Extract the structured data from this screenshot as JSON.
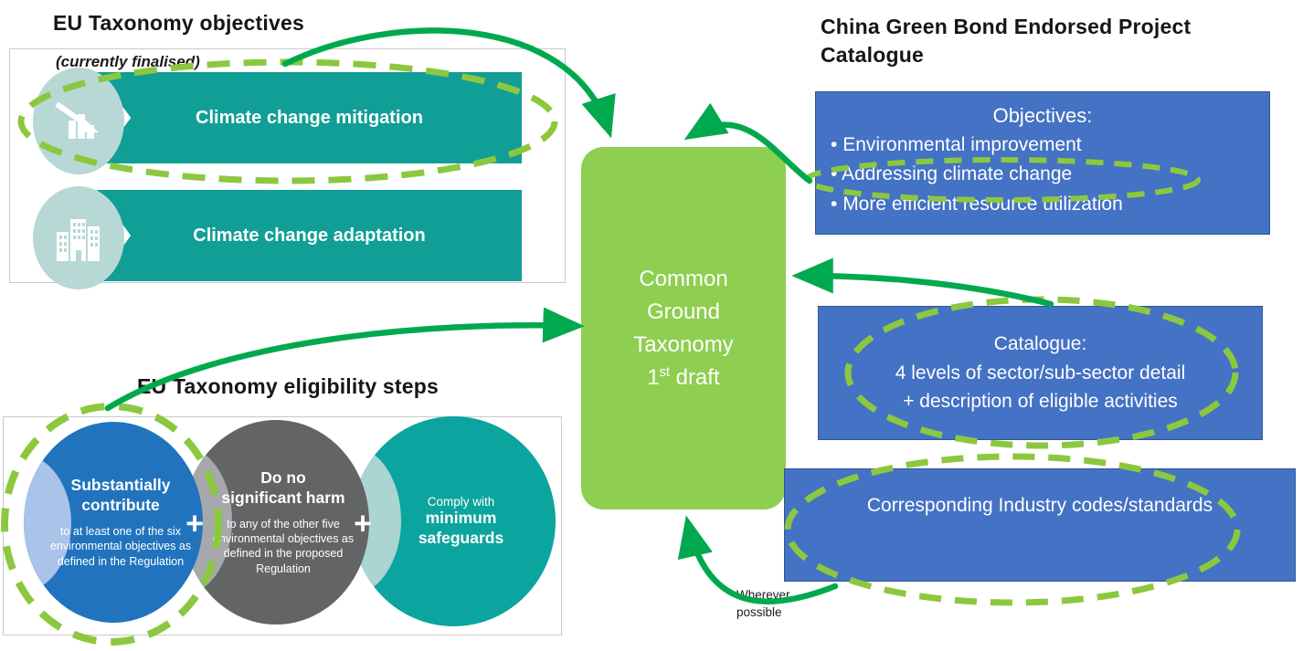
{
  "colors": {
    "banner_teal": "#119e96",
    "icon_circle_bg": "#b7d8d5",
    "right_box_blue": "#4472c4",
    "central_green": "#8ece51",
    "dashed_highlight_green": "#8cc83f",
    "arrow_green": "#00a94e",
    "step_blue": "#2173bd",
    "step_blue_light": "#a9c3e9",
    "step_gray": "#636466",
    "step_gray_light": "#a6a8ab",
    "step_teal": "#0ca49e",
    "step_teal_light": "#abd5d2",
    "panel_border": "#c9c9c9"
  },
  "eu_objectives": {
    "heading": "EU Taxonomy objectives",
    "subtitle": "(currently finalised)",
    "items": [
      {
        "label": "Climate change mitigation",
        "icon": "declining-chart-icon"
      },
      {
        "label": "Climate change adaptation",
        "icon": "buildings-icon"
      }
    ]
  },
  "china_catalogue": {
    "heading": "China Green Bond Endorsed Project Catalogue",
    "objectives_box": {
      "title": "Objectives:",
      "bullets": [
        "Environmental improvement",
        "Addressing climate change",
        "More efficient resource utilization"
      ]
    },
    "catalogue_box": {
      "lines": [
        "Catalogue:",
        "4 levels of sector/sub-sector detail",
        "+ description of eligible activities"
      ]
    },
    "codes_box": {
      "label": "Corresponding Industry codes/standards"
    }
  },
  "central_box": {
    "lines": [
      "Common",
      "Ground",
      "Taxonomy"
    ],
    "draft": {
      "number": "1",
      "superscript": "st",
      "word": " draft"
    }
  },
  "eligibility": {
    "heading": "EU Taxonomy eligibility steps",
    "plus": "+",
    "steps": [
      {
        "intro": "",
        "title_lines": [
          "Substantially",
          "contribute"
        ],
        "body": "to at least one of the six environmental objectives as defined in the Regulation"
      },
      {
        "intro": "",
        "title_lines": [
          "Do no",
          "significant harm"
        ],
        "body": "to any of the other five environmental objectives as defined in the proposed Regulation"
      },
      {
        "intro": "Comply with",
        "title_lines": [
          "minimum",
          "safeguards"
        ],
        "body": ""
      }
    ]
  },
  "annotations": {
    "wherever": "Wherever possible"
  }
}
